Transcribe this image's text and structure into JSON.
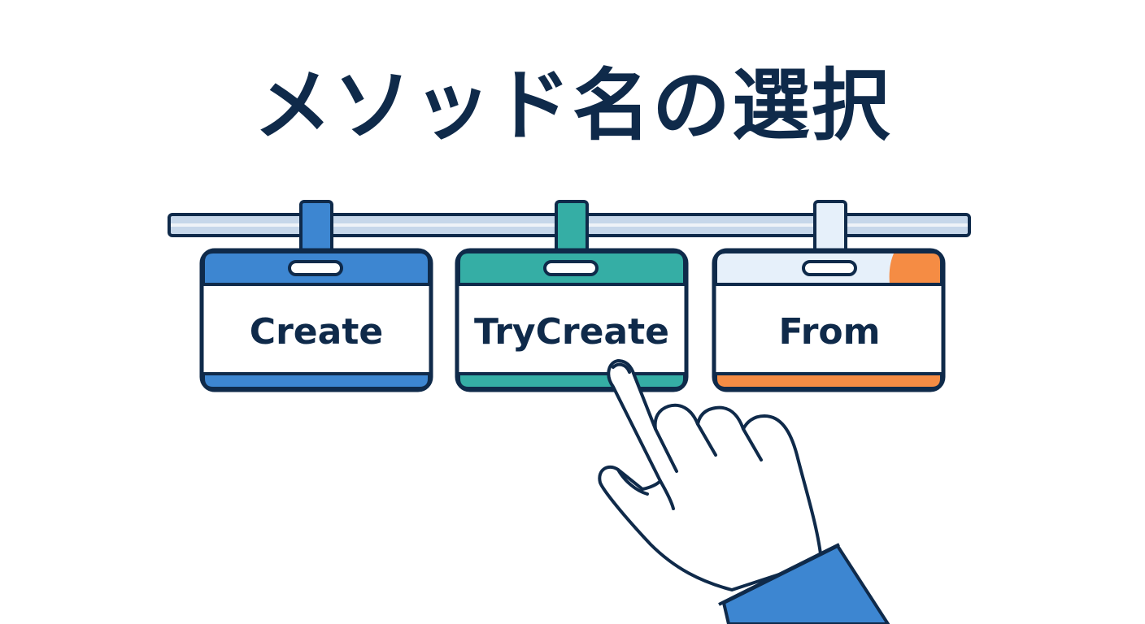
{
  "title": "メソッド名の選択",
  "cards": [
    {
      "label": "Create",
      "accent": "#3d86d1"
    },
    {
      "label": "TryCreate",
      "accent": "#35aea5"
    },
    {
      "label": "From",
      "accent": "#f58c44",
      "top_fill": "#e6f0fa"
    }
  ],
  "colors": {
    "outline": "#0f2a4a",
    "rail": "#c6d7ea",
    "sleeve": "#3d86d1",
    "hand": "#ffffff"
  },
  "icons": [
    "rail",
    "clip",
    "pointing-hand-icon"
  ]
}
